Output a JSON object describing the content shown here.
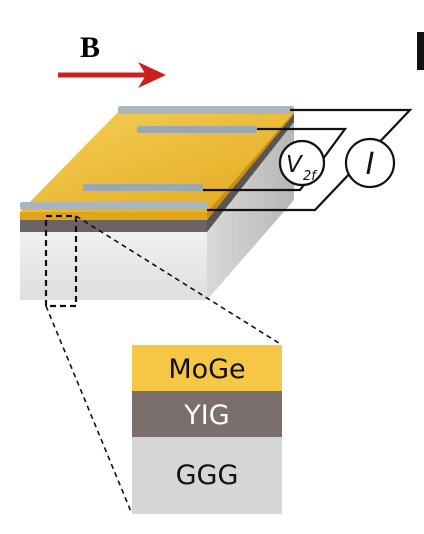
{
  "field": {
    "label": "B",
    "arrow_color": "#cc1f1f"
  },
  "device": {
    "voltmeter": {
      "symbol": "V",
      "subscript": "2f"
    },
    "current_source": {
      "symbol": "I"
    }
  },
  "stack": {
    "layers": [
      {
        "label": "MoGe",
        "color": "#f6c744"
      },
      {
        "label": "YIG",
        "color": "#7a6f6c"
      },
      {
        "label": "GGG",
        "color": "#d6d6d6"
      }
    ]
  },
  "colors": {
    "film": "#e8b326",
    "film_light": "#f2cd56",
    "substrate_top": "#f0f0f0",
    "substrate_front": "#e7e7e7",
    "substrate_side": "#c9c9c9",
    "yig_strip": "#6b6462",
    "contact": "#9aa8b2",
    "wire": "#111111"
  }
}
